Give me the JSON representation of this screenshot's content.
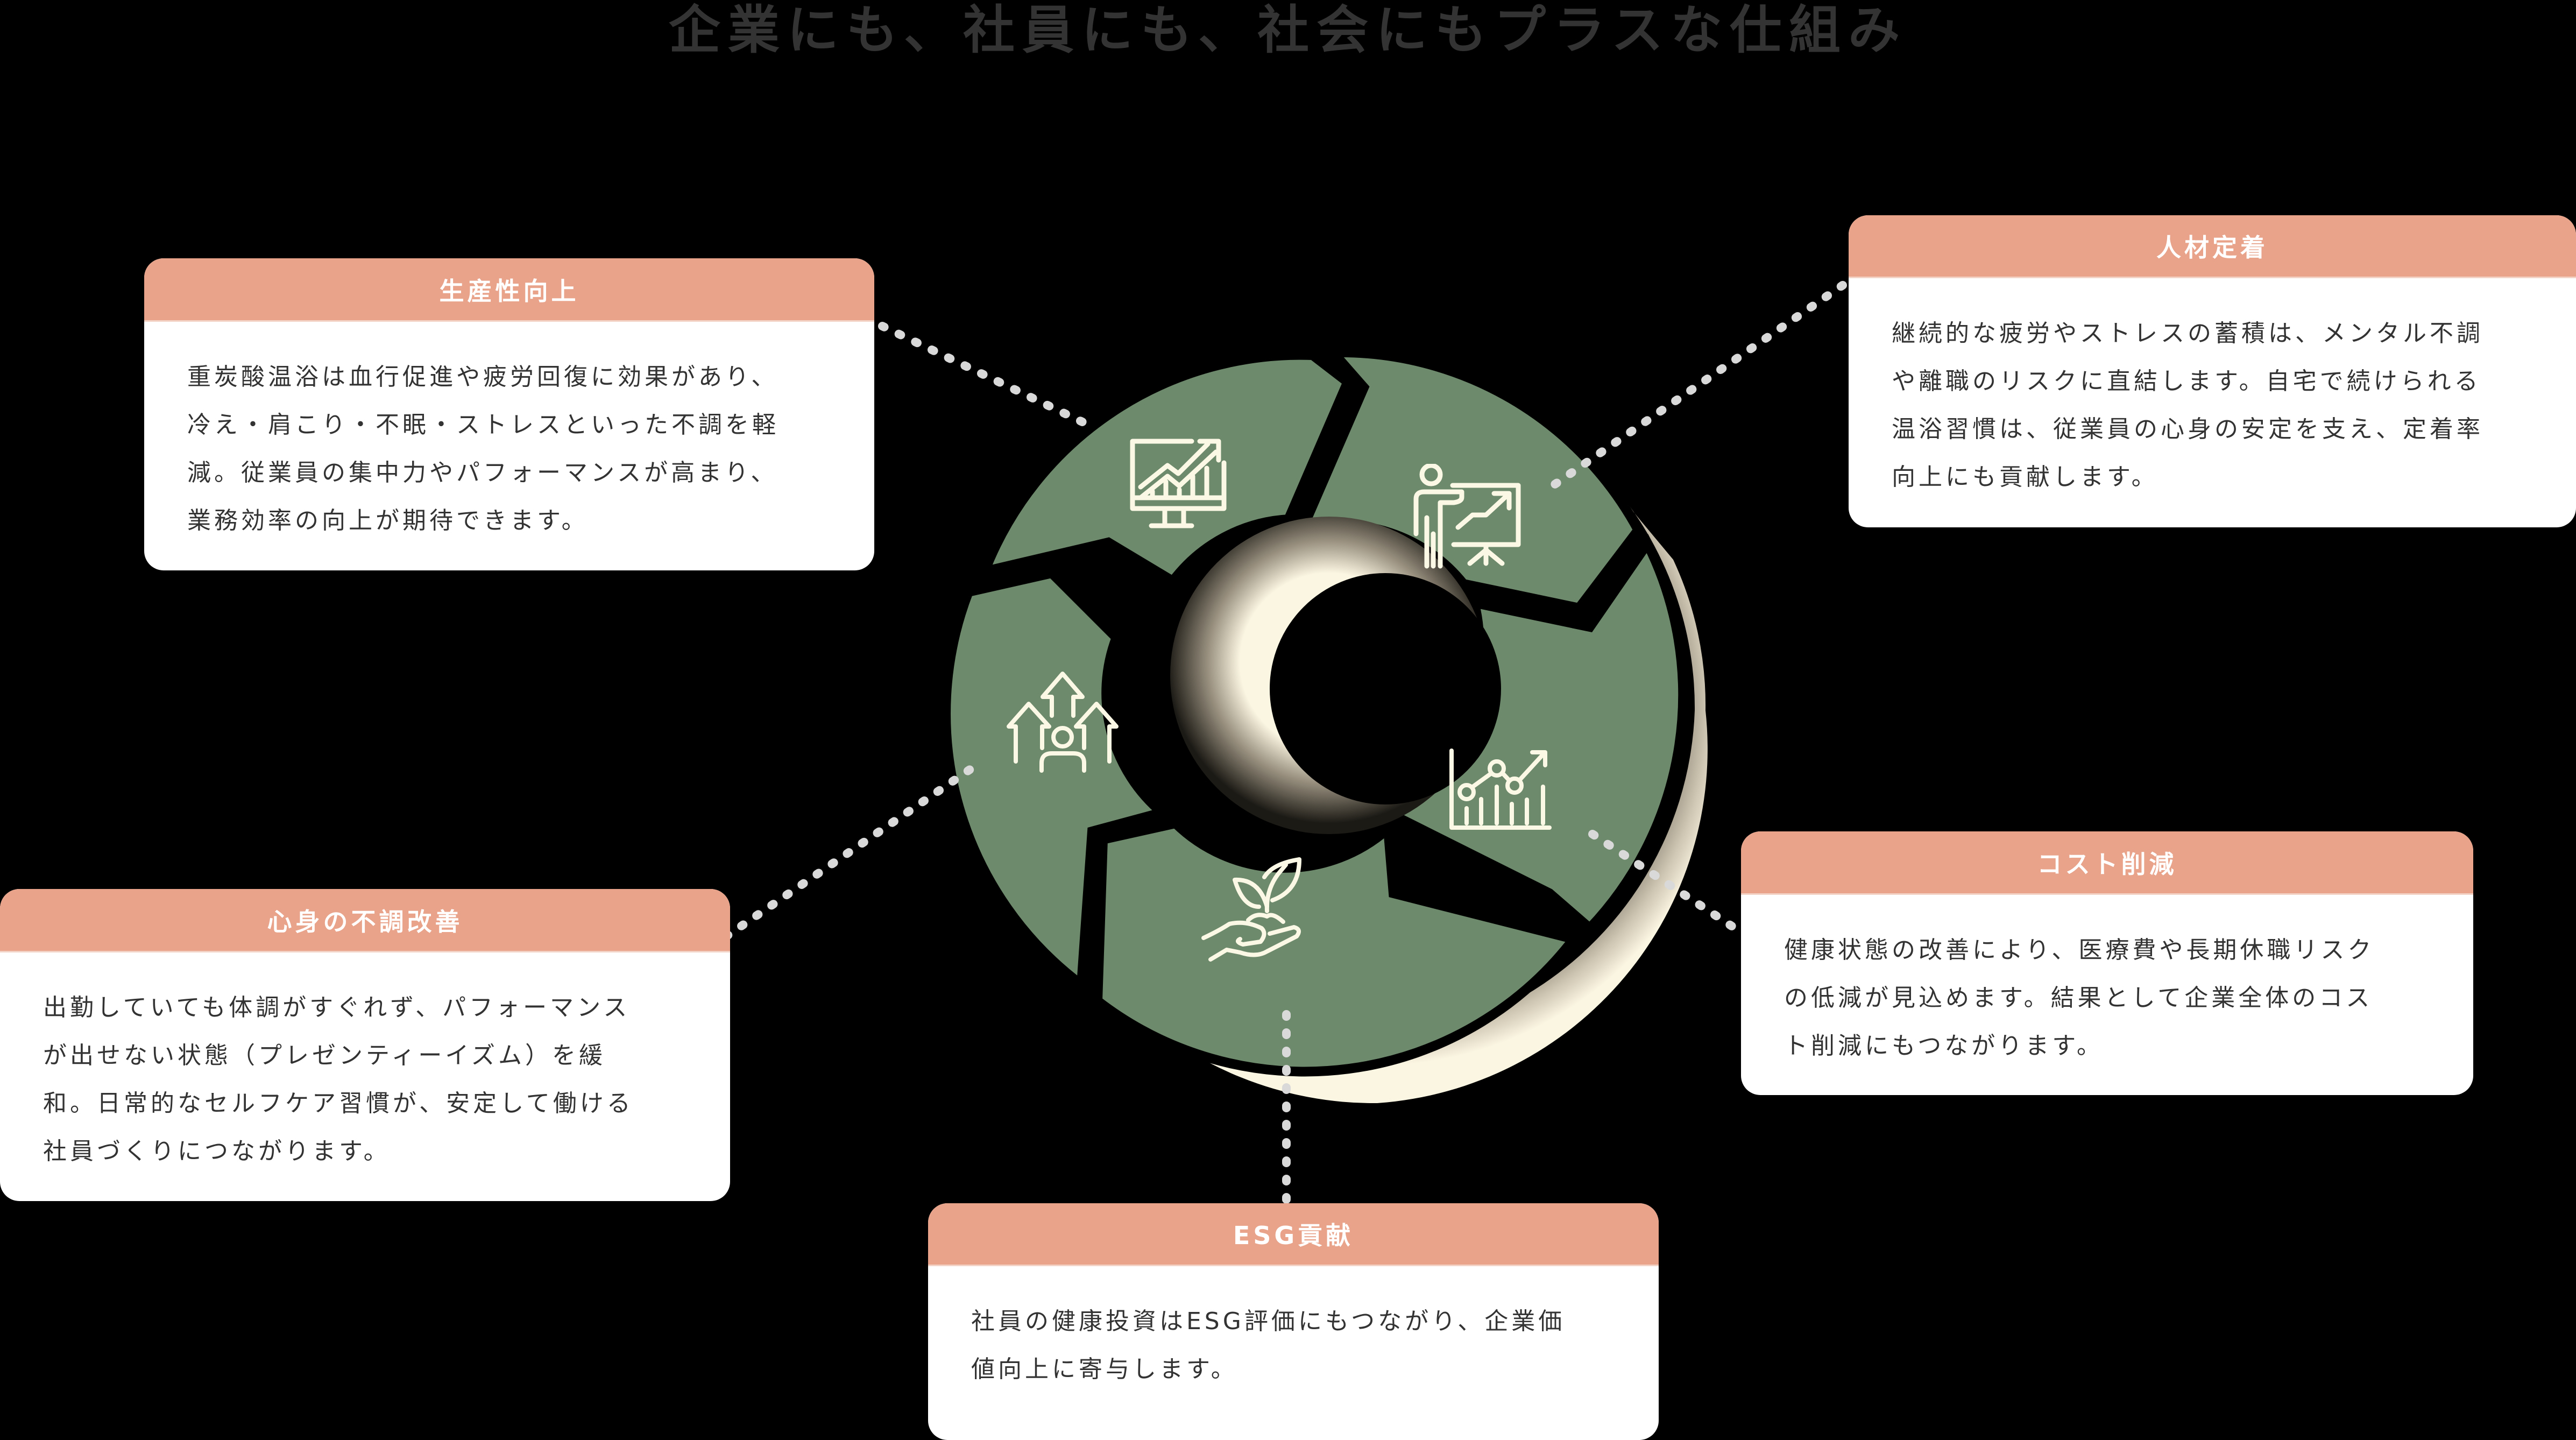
{
  "title": "企業にも、社員にも、社会にもプラスな仕組み",
  "colors": {
    "background": "#000000",
    "title": "#333333",
    "card_header": "#E8A38A",
    "card_body": "#FFFFFF",
    "body_text": "#333333",
    "ring_segment": "#6E8A6C",
    "icon_stroke": "#FBF8E6",
    "connector": "#D9D9D9"
  },
  "cycle": {
    "segments": [
      {
        "id": "productivity",
        "icon": "monitor-growth-chart-icon"
      },
      {
        "id": "retention",
        "icon": "presenter-board-icon"
      },
      {
        "id": "cost",
        "icon": "line-bar-chart-icon"
      },
      {
        "id": "esg",
        "icon": "hand-sprout-icon"
      },
      {
        "id": "wellbeing",
        "icon": "person-arrows-up-icon"
      }
    ]
  },
  "cards": {
    "productivity": {
      "title": "生産性向上",
      "body": "重炭酸温浴は血行促進や疲労回復に効果があり、\n冷え・肩こり・不眠・ストレスといった不調を軽\n減。従業員の集中力やパフォーマンスが高まり、\n業務効率の向上が期待できます。"
    },
    "retention": {
      "title": "人材定着",
      "body": "継続的な疲労やストレスの蓄積は、メンタル不調\nや離職のリスクに直結します。自宅で続けられる\n温浴習慣は、従業員の心身の安定を支え、定着率\n向上にも貢献します。"
    },
    "wellbeing": {
      "title": "心身の不調改善",
      "body": "出勤していても体調がすぐれず、パフォーマンス\nが出せない状態（プレゼンティーイズム）を緩\n和。日常的なセルフケア習慣が、安定して働ける\n社員づくりにつながります。"
    },
    "cost": {
      "title": "コスト削減",
      "body": "健康状態の改善により、医療費や長期休職リスク\nの低減が見込めます。結果として企業全体のコス\nト削減にもつながります。"
    },
    "esg": {
      "title": "ESG貢献",
      "body": "社員の健康投資はESG評価にもつながり、企業価\n値向上に寄与します。"
    }
  }
}
